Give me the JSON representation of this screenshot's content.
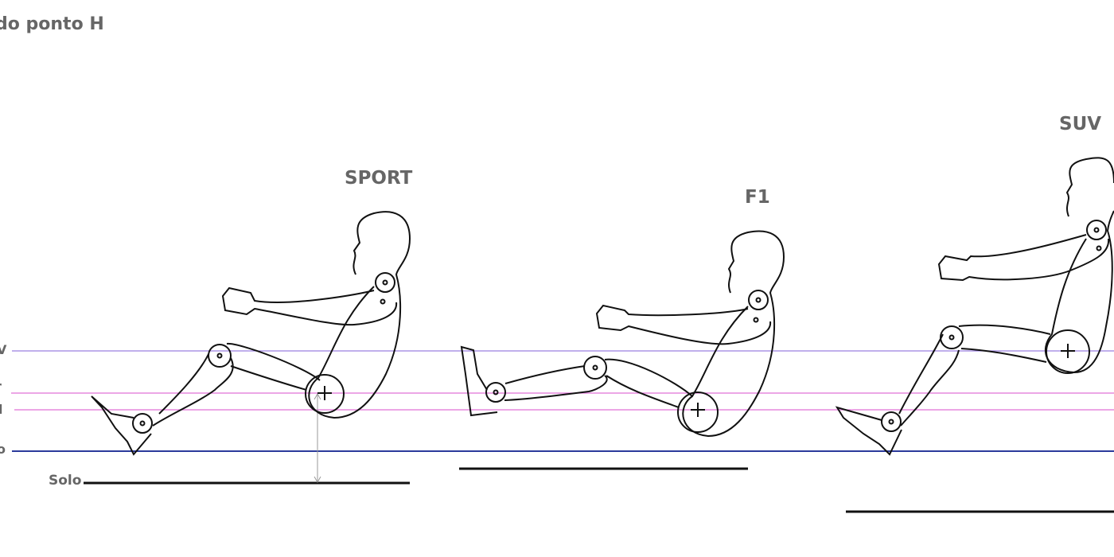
{
  "title": "do ponto H",
  "figures": [
    {
      "label": "SPORT"
    },
    {
      "label": "F1"
    },
    {
      "label": "SUV"
    }
  ],
  "ground_label": "Solo",
  "edge_labels": [
    "V",
    "r",
    "l",
    "o"
  ],
  "colors": {
    "line_purple": "#9b7fe0",
    "line_pink": "#e070d8",
    "line_blue": "#2b3a9c",
    "text": "#666666",
    "stroke": "#111111"
  }
}
